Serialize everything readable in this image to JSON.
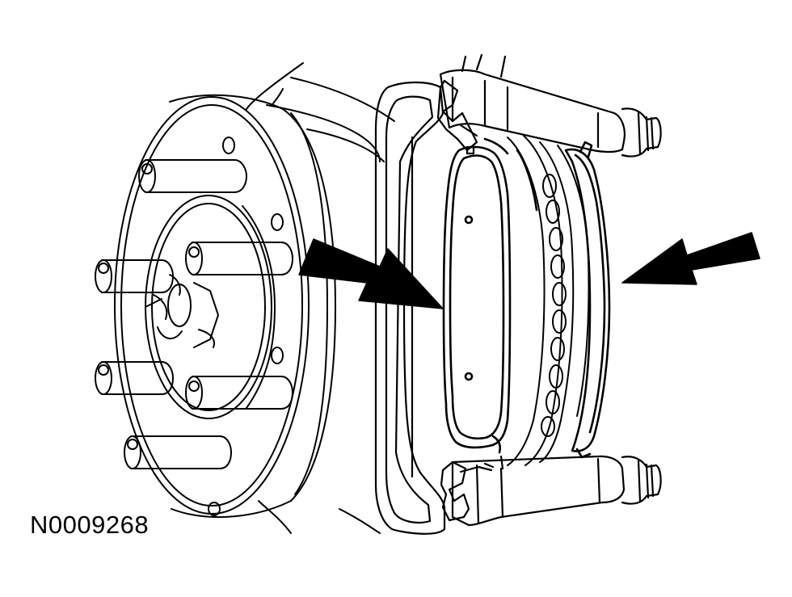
{
  "figure": {
    "id_label": "N0009268"
  },
  "colors": {
    "line": "#000000",
    "background": "#ffffff"
  },
  "parts": {
    "hub": "wheel-hub-with-studs",
    "caliper": "brake-caliper-bracket",
    "pads": "inner-and-outer-brake-pads",
    "arrows": [
      "inner-pad-arrow",
      "outer-pad-arrow"
    ]
  }
}
